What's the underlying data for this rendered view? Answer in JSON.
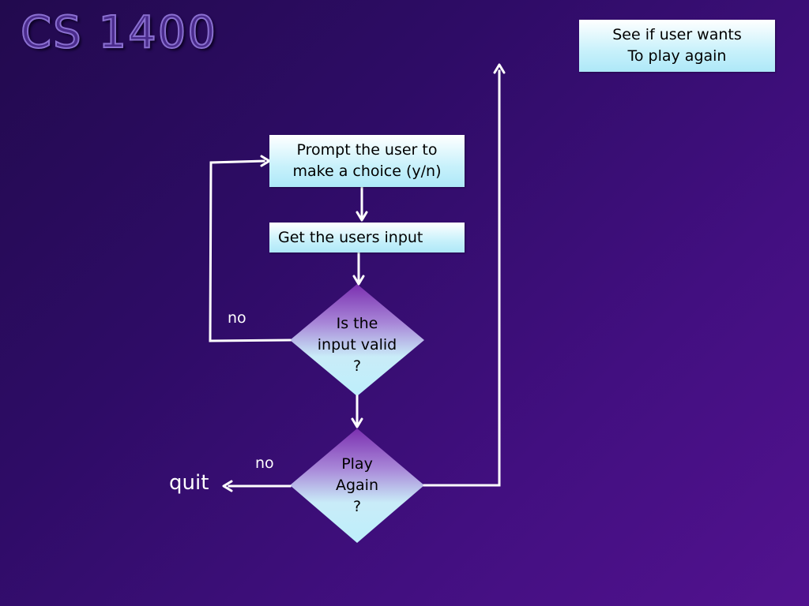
{
  "slide": {
    "title": "CS 1400"
  },
  "nodes": {
    "see_if": {
      "lines": [
        "See if user wants",
        "To play again"
      ]
    },
    "prompt": {
      "lines": [
        "Prompt the user to",
        "make a choice (y/n)"
      ]
    },
    "get_input": {
      "lines": [
        "Get the users input"
      ]
    },
    "valid": {
      "lines": [
        "Is the",
        "input valid",
        "?"
      ]
    },
    "play_again": {
      "lines": [
        "Play",
        "Again",
        "?"
      ]
    }
  },
  "labels": {
    "no_valid": "no",
    "no_play": "no",
    "quit": "quit"
  },
  "colors": {
    "background": "#2e0c66",
    "box_fill_top": "#ffffff",
    "box_fill_bottom": "#aee8f8",
    "diamond_top": "#7b2fb0",
    "connector": "#ffffff",
    "title_text": "#4a2b8c"
  }
}
